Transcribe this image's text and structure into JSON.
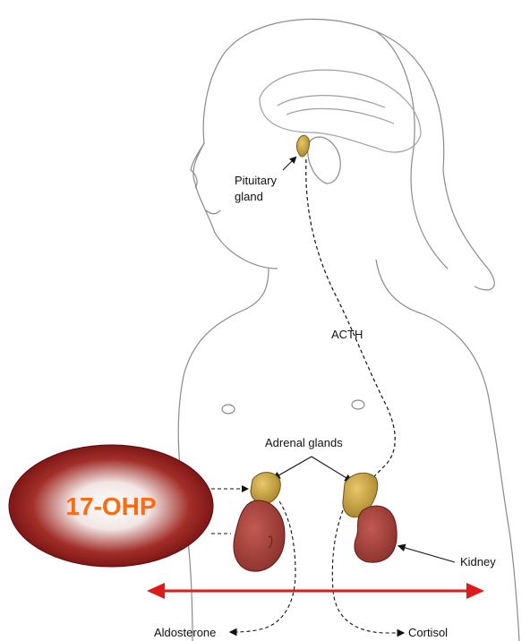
{
  "labels": {
    "pituitary_line1": "Pituitary",
    "pituitary_line2": "gland",
    "acth": "ACTH",
    "adrenal_glands": "Adrenal glands",
    "kidney": "Kidney",
    "aldosterone": "Aldosterone",
    "cortisol": "Cortisol"
  },
  "badge": {
    "text": "17-OHP",
    "text_color": "#ff6a13",
    "fill_outer": "#7a0f10",
    "fill_inner": "#ffffff"
  },
  "colors": {
    "arrow_red": "#e0191a",
    "kidney": "#a0413b",
    "adrenal": "#c8a13a",
    "pituitary": "#c8a13a",
    "line_art": "#8a8a8a"
  }
}
